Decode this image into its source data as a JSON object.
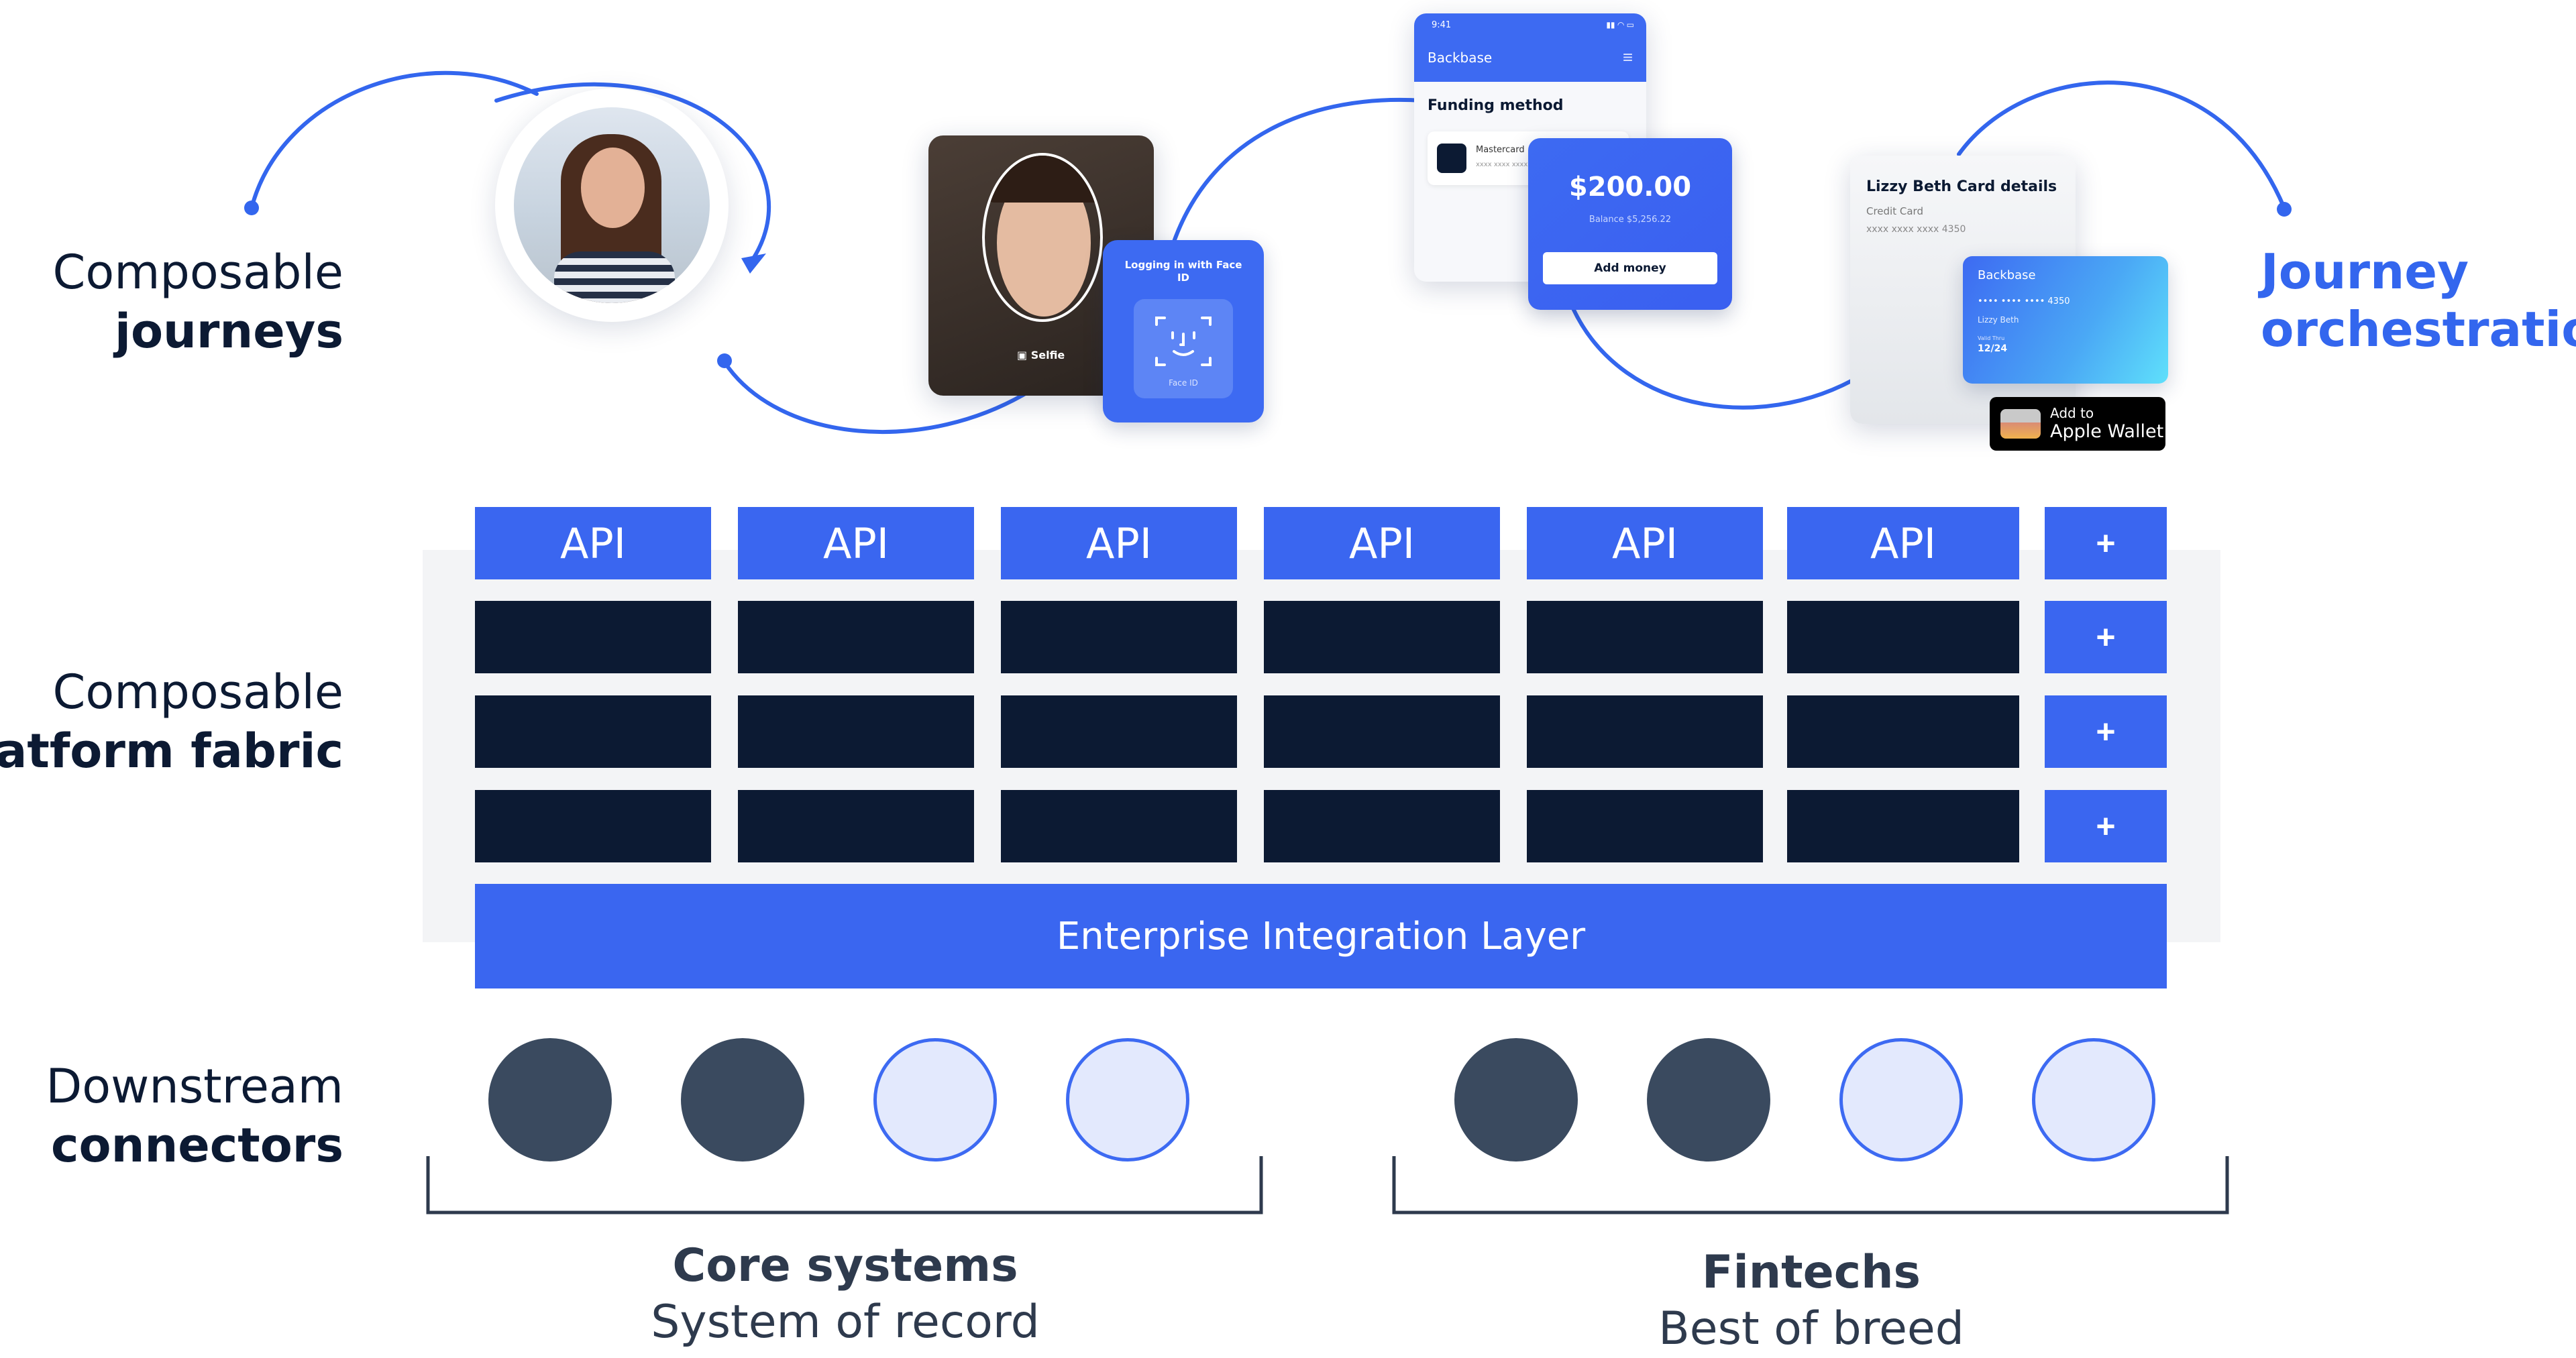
{
  "labels": {
    "journeys": {
      "line1": "Composable",
      "line2": "journeys"
    },
    "fabric": {
      "line1": "Composable",
      "line2": "platform fabric"
    },
    "connectors": {
      "line1": "Downstream",
      "line2": "connectors"
    },
    "orchestration": {
      "line1": "Journey",
      "line2": "orchestration"
    }
  },
  "fabric": {
    "api_label": "API",
    "plus_label": "+",
    "integration_layer": "Enterprise Integration Layer"
  },
  "groups": {
    "core": {
      "title": "Core systems",
      "subtitle": "System of record"
    },
    "fintechs": {
      "title": "Fintechs",
      "subtitle": "Best of breed"
    }
  },
  "faceid": {
    "selfie": "Selfie",
    "login_text": "Logging in with Face ID",
    "faceid_label": "Face ID"
  },
  "phone": {
    "time": "9:41",
    "app_name": "Backbase",
    "section": "Funding method",
    "card_name": "Mastercard",
    "card_number": "xxxx xxxx xxxx 4"
  },
  "funding": {
    "amount": "$200.00",
    "balance": "Balance $5,256.22",
    "button": "Add money"
  },
  "card_details": {
    "title": "Lizzy Beth Card details",
    "subtitle": "Credit Card",
    "masked": "xxxx xxxx xxxx 4350",
    "bank": "Backbase",
    "card_masked": "•••• •••• •••• 4350",
    "holder": "Lizzy Beth",
    "valid_label": "Valid Thru",
    "expiry": "12/24"
  },
  "wallet": {
    "line1": "Add to",
    "line2": "Apple Wallet"
  },
  "colors": {
    "accent": "#3a66f0",
    "navy": "#0c1a33",
    "dark_connector": "#3a4a5f",
    "light_connector": "#e3e9fd"
  }
}
